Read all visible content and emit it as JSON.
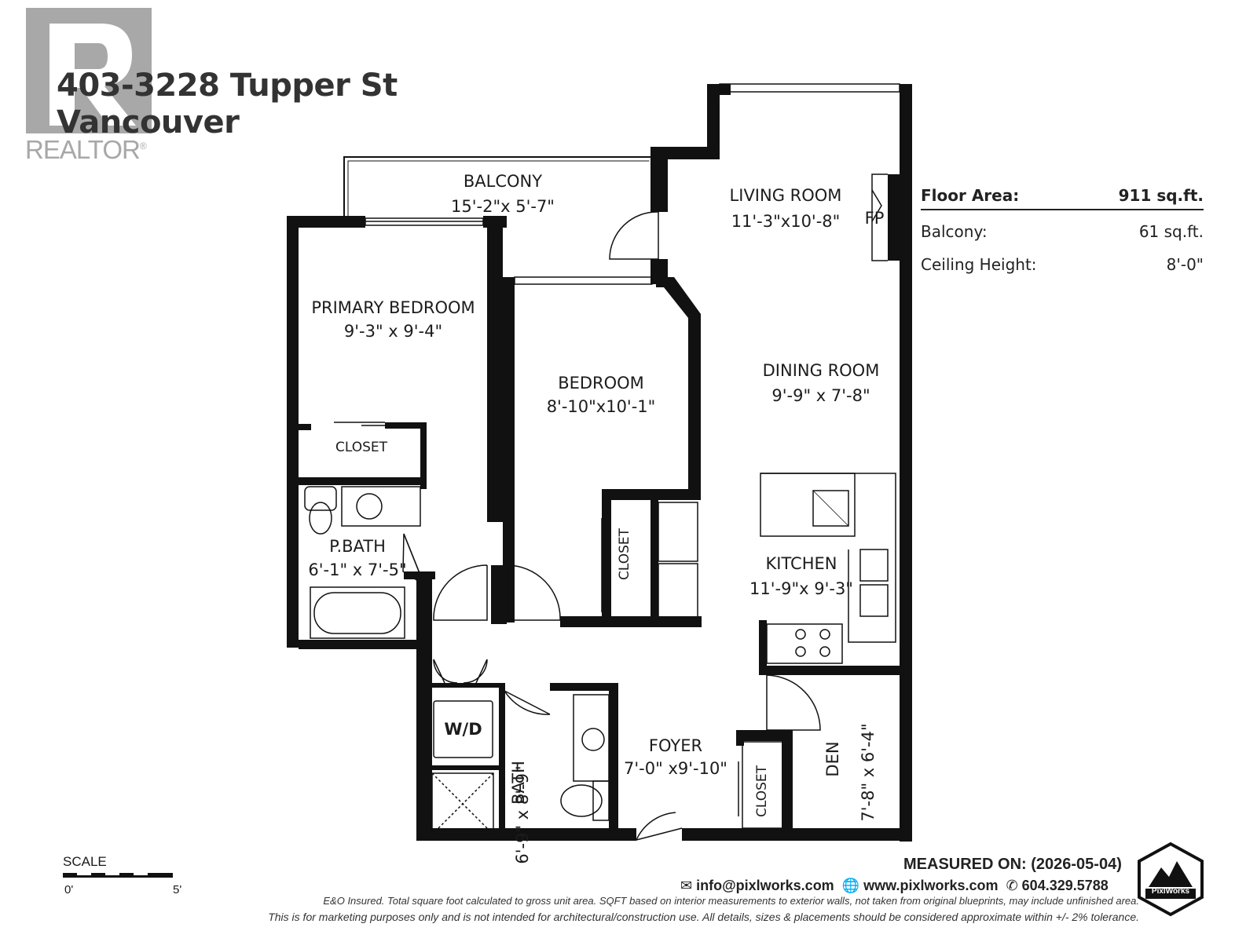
{
  "watermark": {
    "brand": "REALTOR"
  },
  "header": {
    "address_line1": "403-3228 Tupper St",
    "address_line2": "Vancouver"
  },
  "rooms": {
    "balcony": {
      "name": "BALCONY",
      "dims": "15'-2\"x 5'-7\""
    },
    "living": {
      "name": "LIVING ROOM",
      "dims": "11'-3\"x10'-8\""
    },
    "fireplace": {
      "name": "FP"
    },
    "primary_bedroom": {
      "name": "PRIMARY BEDROOM",
      "dims": "9'-3\" x 9'-4\""
    },
    "primary_closet": {
      "name": "CLOSET"
    },
    "bedroom": {
      "name": "BEDROOM",
      "dims": "8'-10\"x10'-1\""
    },
    "bedroom_closet": {
      "name": "CLOSET"
    },
    "dining": {
      "name": "DINING ROOM",
      "dims": "9'-9\" x 7'-8\""
    },
    "kitchen": {
      "name": "KITCHEN",
      "dims": "11'-9\"x 9'-3\""
    },
    "pbath": {
      "name": "P.BATH",
      "dims": "6'-1\" x 7'-5\""
    },
    "wd": {
      "name": "W/D"
    },
    "bath": {
      "name": "BATH",
      "dims": "6'-9\" x 8'-9\""
    },
    "foyer": {
      "name": "FOYER",
      "dims": "7'-0\" x9'-10\""
    },
    "foyer_closet": {
      "name": "CLOSET"
    },
    "den": {
      "name": "DEN",
      "dims": "7'-8\" x 6'-4\""
    }
  },
  "summary": {
    "floor_area_label": "Floor Area:",
    "floor_area_value": "911 sq.ft.",
    "balcony_label": "Balcony:",
    "balcony_value": "61 sq.ft.",
    "ceiling_label": "Ceiling Height:",
    "ceiling_value": "8'-0\""
  },
  "scale": {
    "label": "SCALE",
    "start": "0'",
    "end": "5'"
  },
  "footer": {
    "measured": "MEASURED ON: (2026-05-04)",
    "email": "info@pixlworks.com",
    "website": "www.pixlworks.com",
    "phone": "604.329.5788",
    "disclaimer1": "E&O Insured.  Total square foot calculated to gross unit area.  SQFT based on interior measurements to exterior walls, not taken from original blueprints, may include unfinished area.",
    "disclaimer2": "This is for marketing purposes only and is not intended for architectural/construction use.  All details, sizes & placements should be considered approximate within +/- 2%  tolerance.",
    "logo_text": "PixlWorks"
  },
  "colors": {
    "wall": "#111111",
    "watermark": "#a8a8a8",
    "text": "#1c1c1c"
  }
}
